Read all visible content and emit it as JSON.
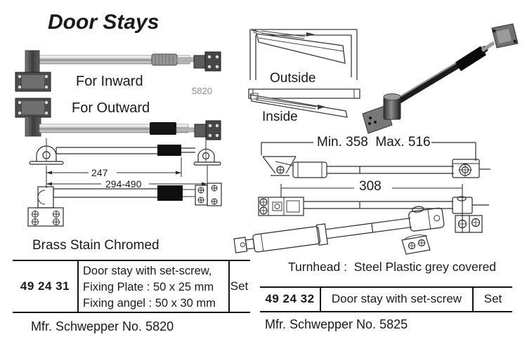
{
  "page": {
    "title": "Door Stays"
  },
  "left": {
    "inward_label": "For Inward",
    "model_number": "5820",
    "outward_label": "For Outward",
    "dims": {
      "d247": "247",
      "d294": "294-490"
    },
    "finish_note": "Brass Stain Chromed",
    "table": {
      "code": "49 24 31",
      "desc_lines": [
        "Door stay with set-screw,",
        "Fixing Plate : 50 x 25 mm",
        "Fixing angel : 50 x 30 mm"
      ],
      "unit": "Set"
    },
    "mfr_note": "Mfr. Schwepper No. 5820"
  },
  "right": {
    "outside_label": "Outside",
    "inside_label": "Inside",
    "dims": {
      "minmax": "Min. 358  Max. 516",
      "d308": "308"
    },
    "turnhead_note": "Turnhead :  Steel Plastic grey covered",
    "table": {
      "code": "49 24 32",
      "description": "Door stay with set-screw",
      "unit": "Set"
    },
    "mfr_note": "Mfr. Schwepper No. 5825"
  },
  "colors": {
    "ink": "#1a1a1a",
    "line_art": "#2a2a2a",
    "muted": "#8f8f8f"
  }
}
